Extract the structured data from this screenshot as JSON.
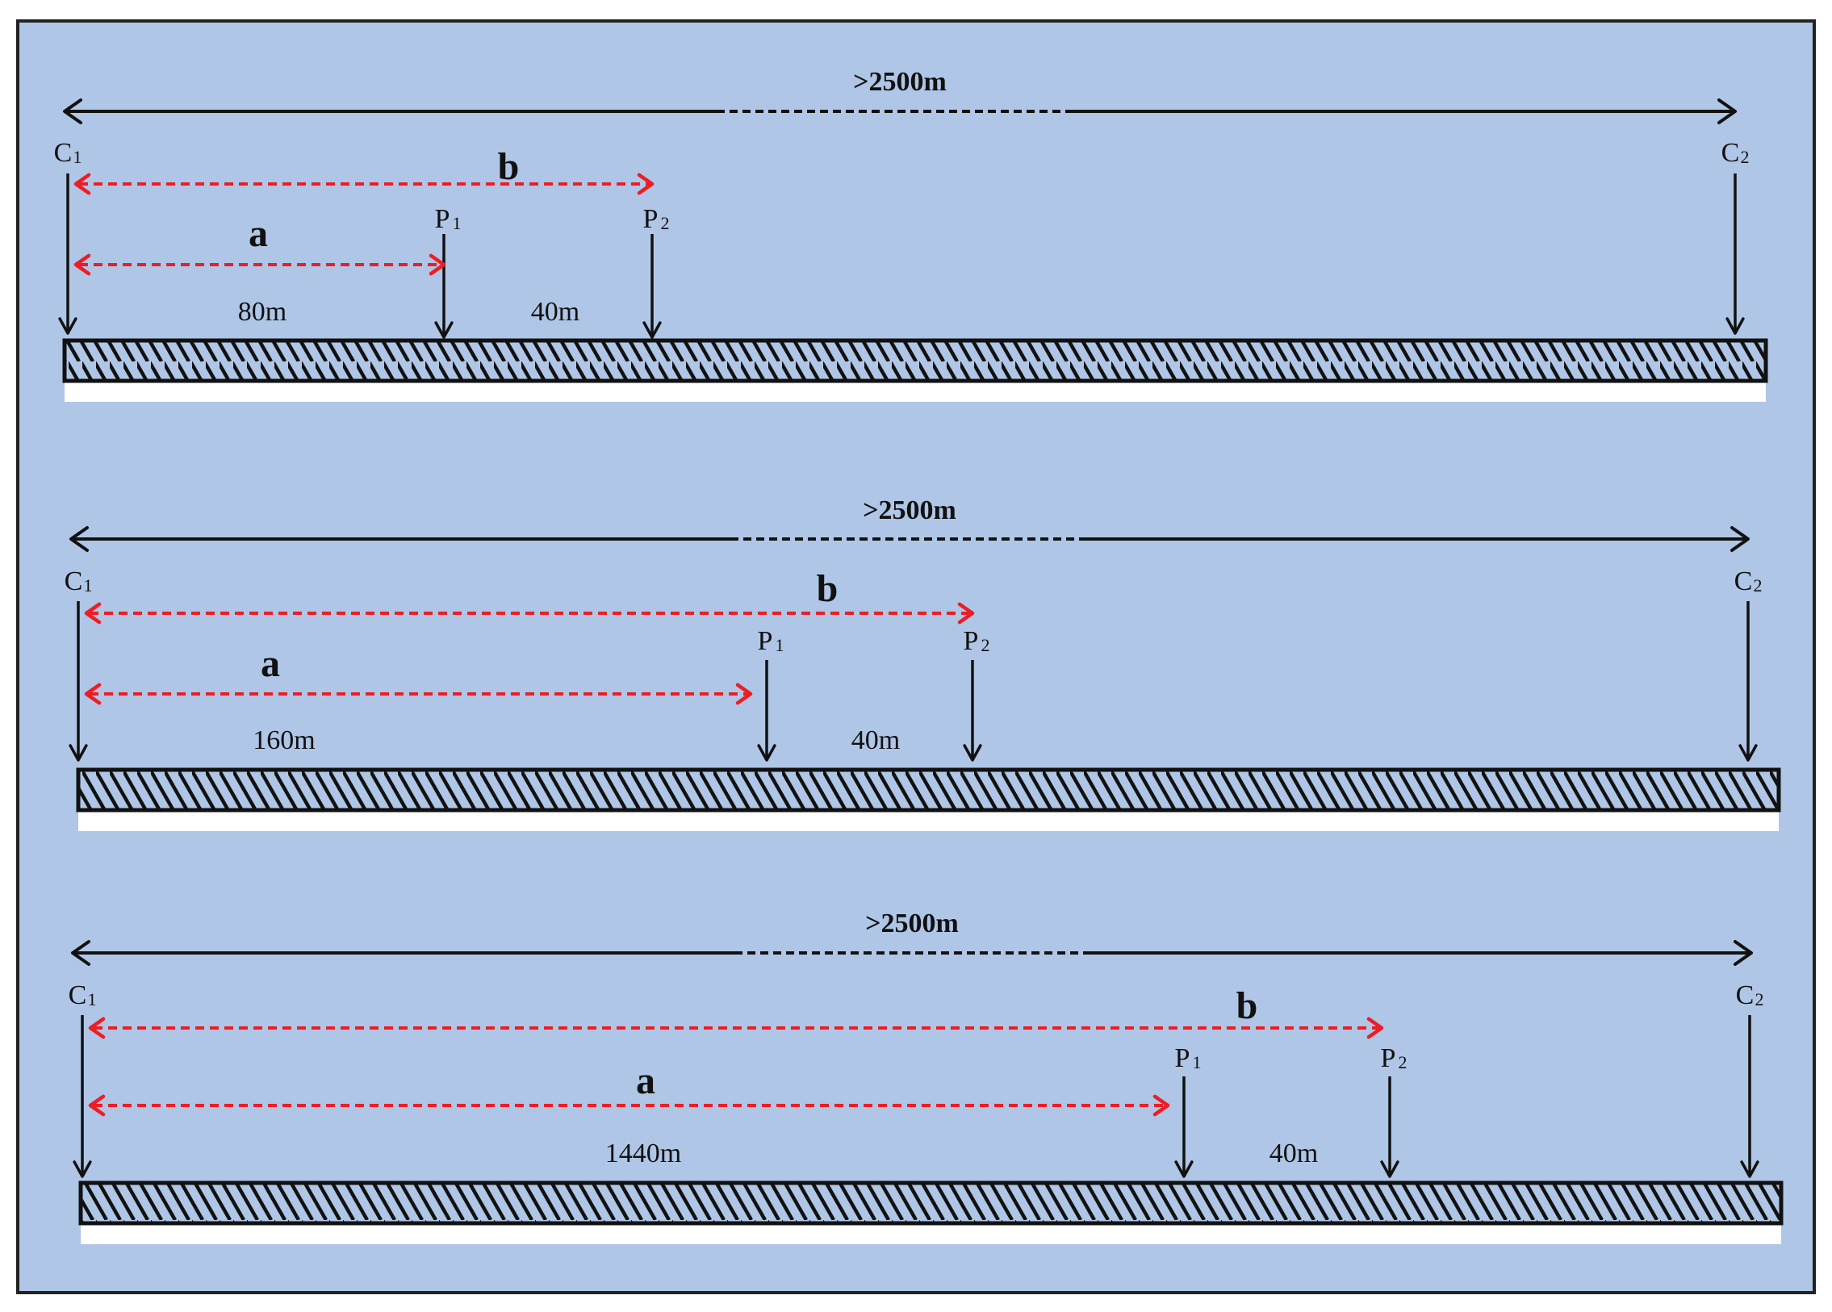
{
  "colors": {
    "background": "#afc6e6",
    "frame": "#222222",
    "black": "#111111",
    "red": "#ee1c24",
    "white": "#ffffff"
  },
  "panels": [
    {
      "span_label": ">2500m",
      "c1_label": "C",
      "c1_sub": "1",
      "c2_label": "C",
      "c2_sub": "2",
      "p1_label": "P",
      "p1_sub": "1",
      "p2_label": "P",
      "p2_sub": "2",
      "a_label": "a",
      "b_label": "b",
      "dist_a": "80m",
      "dist_p": "40m"
    },
    {
      "span_label": ">2500m",
      "c1_label": "C",
      "c1_sub": "1",
      "c2_label": "C",
      "c2_sub": "2",
      "p1_label": "P",
      "p1_sub": "1",
      "p2_label": "P",
      "p2_sub": "2",
      "a_label": "a",
      "b_label": "b",
      "dist_a": "160m",
      "dist_p": "40m"
    },
    {
      "span_label": ">2500m",
      "c1_label": "C",
      "c1_sub": "1",
      "c2_label": "C",
      "c2_sub": "2",
      "p1_label": "P",
      "p1_sub": "1",
      "p2_label": "P",
      "p2_sub": "2",
      "a_label": "a",
      "b_label": "b",
      "dist_a": "1440m",
      "dist_p": "40m"
    }
  ]
}
